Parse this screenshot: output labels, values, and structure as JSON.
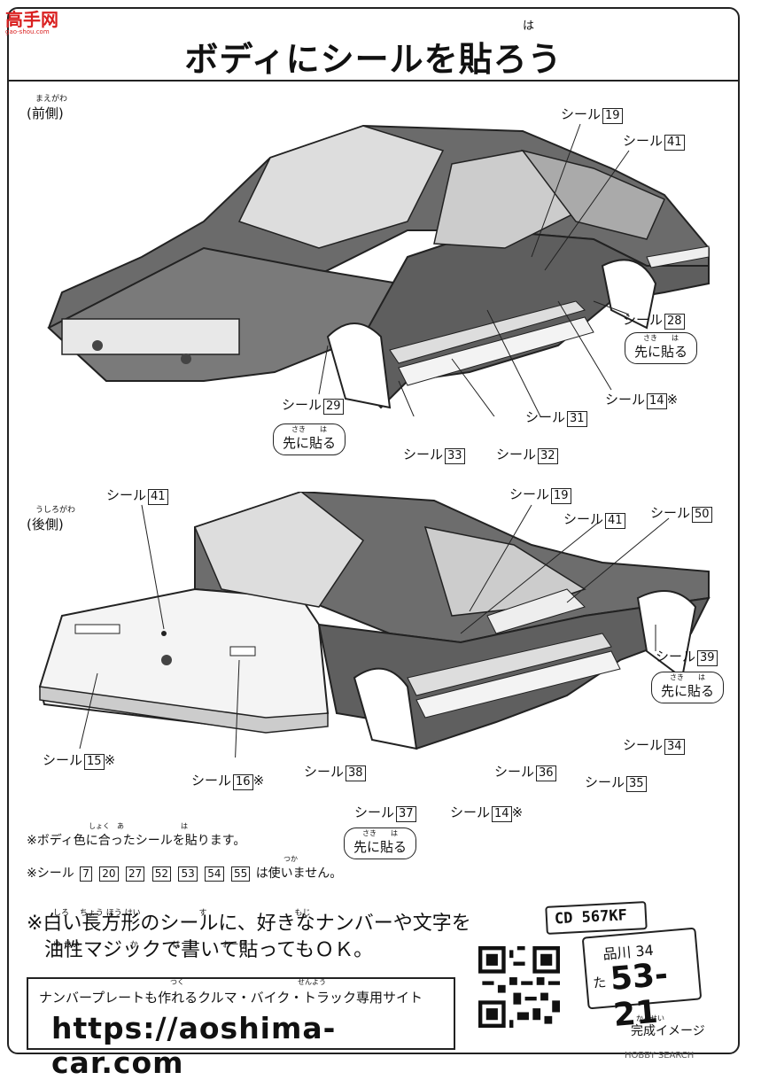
{
  "header": {
    "logo": "高手网",
    "logo_sub": "gao-shou.com",
    "title": "ボディにシールを貼ろう",
    "title_ruby": "は"
  },
  "front": {
    "label": "(前側)",
    "ruby": "まえがわ",
    "callouts": [
      {
        "text": "シール",
        "num": "19"
      },
      {
        "text": "シール",
        "num": "41"
      },
      {
        "text": "シール",
        "num": "28"
      },
      {
        "text": "シール",
        "num": "14",
        "mark": "※"
      },
      {
        "text": "シール",
        "num": "29"
      },
      {
        "text": "シール",
        "num": "31"
      },
      {
        "text": "シール",
        "num": "33"
      },
      {
        "text": "シール",
        "num": "32"
      }
    ],
    "bubbles": [
      {
        "ruby": "さき　　は",
        "text": "先に貼る"
      },
      {
        "ruby": "さき　　は",
        "text": "先に貼る"
      }
    ]
  },
  "rear": {
    "label": "(後側)",
    "ruby": "うしろがわ",
    "callouts": [
      {
        "text": "シール",
        "num": "41"
      },
      {
        "text": "シール",
        "num": "19"
      },
      {
        "text": "シール",
        "num": "41"
      },
      {
        "text": "シール",
        "num": "50"
      },
      {
        "text": "シール",
        "num": "39"
      },
      {
        "text": "シール",
        "num": "15",
        "mark": "※"
      },
      {
        "text": "シール",
        "num": "16",
        "mark": "※"
      },
      {
        "text": "シール",
        "num": "38"
      },
      {
        "text": "シール",
        "num": "34"
      },
      {
        "text": "シール",
        "num": "36"
      },
      {
        "text": "シール",
        "num": "35"
      },
      {
        "text": "シール",
        "num": "37"
      },
      {
        "text": "シール",
        "num": "14",
        "mark": "※"
      }
    ],
    "bubbles": [
      {
        "ruby": "さき　　は",
        "text": "先に貼る"
      },
      {
        "ruby": "さき　　は",
        "text": "先に貼る"
      }
    ]
  },
  "notes": {
    "note1": "※ボディ色に合ったシールを貼ります。",
    "note1_ruby": "しょく　あ　　　　　　　　は",
    "note2_prefix": "※シール",
    "note2_nums": [
      "7",
      "20",
      "27",
      "52",
      "53",
      "54",
      "55"
    ],
    "note2_suffix": "は使いません。",
    "note2_ruby": "つか"
  },
  "big_note": {
    "line1": "※白い長方形のシールに、好きなナンバーや文字を",
    "line2": "油性マジックで書いて貼ってもＯＫ。",
    "ruby1": "しろ　 ちょう ほう けい　　　　　　　 す　　　　　　　　　　　もじ",
    "ruby2": "ゆ せい　　　　　　 か　　　　 は　　　　　 おーけー"
  },
  "site": {
    "caption": "ナンバープレートも作れるクルマ・バイク・トラック専用サイト",
    "caption_ruby": "つく　　　　　　　　　　　　　　　　せんよう",
    "url": "https://aoshima-car.com"
  },
  "plates": {
    "front_plate": "CD 567KF",
    "rear_plate_line1": "品川 34",
    "rear_plate_kana": "た",
    "rear_plate_num": "53-21"
  },
  "finish": {
    "label": "完成イメージ",
    "ruby": "かんせい"
  },
  "watermark": "HOBBY SEARCH"
}
